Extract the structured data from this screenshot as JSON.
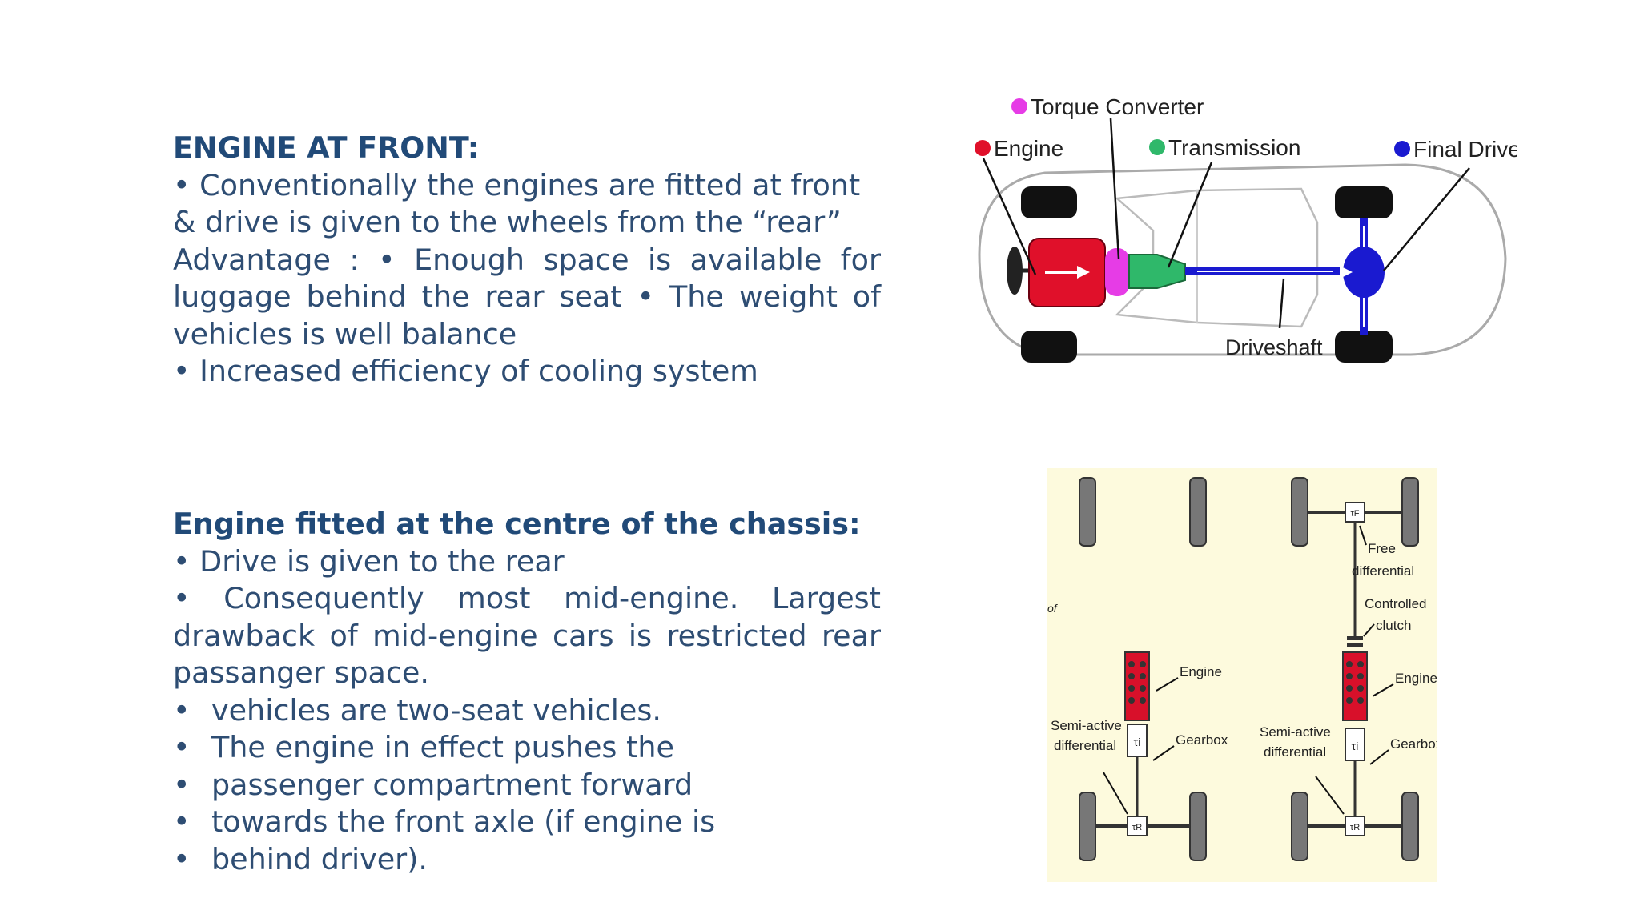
{
  "section1": {
    "heading": "ENGINE AT FRONT:",
    "lines": [
      "• Conventionally the engines are fitted at front",
      "& drive is given to the wheels from the “rear”",
      "Advantage : • Enough space is available for",
      "luggage behind the rear seat • The weight of",
      "vehicles is well balance",
      "• Increased efficiency of cooling system"
    ]
  },
  "section2": {
    "heading": "Engine fitted at the centre of the chassis:",
    "lines": [
      "• Drive is given to the rear",
      "• Consequently most mid-engine. Largest",
      "drawback of mid-engine cars is restricted rear",
      "passanger space."
    ],
    "bullet_symbol": "•",
    "bullets": [
      "vehicles are two-seat vehicles.",
      "The engine in effect pushes the",
      "passenger compartment forward",
      "towards the front  axle (if engine is",
      "behind driver)."
    ]
  },
  "diagram1": {
    "labels": {
      "torque_converter": "Torque Converter",
      "engine": "Engine",
      "transmission": "Transmission",
      "final_drive": "Final Drive",
      "driveshaft": "Driveshaft"
    },
    "colors": {
      "torque_converter": "#e63ce6",
      "engine": "#e0102a",
      "transmission": "#2fb86a",
      "final_drive": "#1a1ad0"
    }
  },
  "diagram2": {
    "left": {
      "engine": "Engine",
      "gearbox": "Gearbox",
      "semi_active_1": "Semi-active",
      "semi_active_2": "differential"
    },
    "right": {
      "free_1": "Free",
      "free_2": "differential",
      "controlled_1": "Controlled",
      "controlled_2": "clutch",
      "engine": "Engine",
      "gearbox": "Gearbox",
      "semi_active_1": "Semi-active",
      "semi_active_2": "differential"
    },
    "symbols": {
      "tau_i": "τi",
      "tau_r": "τR",
      "tau_f": "τF"
    },
    "side_fragment": "of",
    "background": "#fdfadd"
  }
}
